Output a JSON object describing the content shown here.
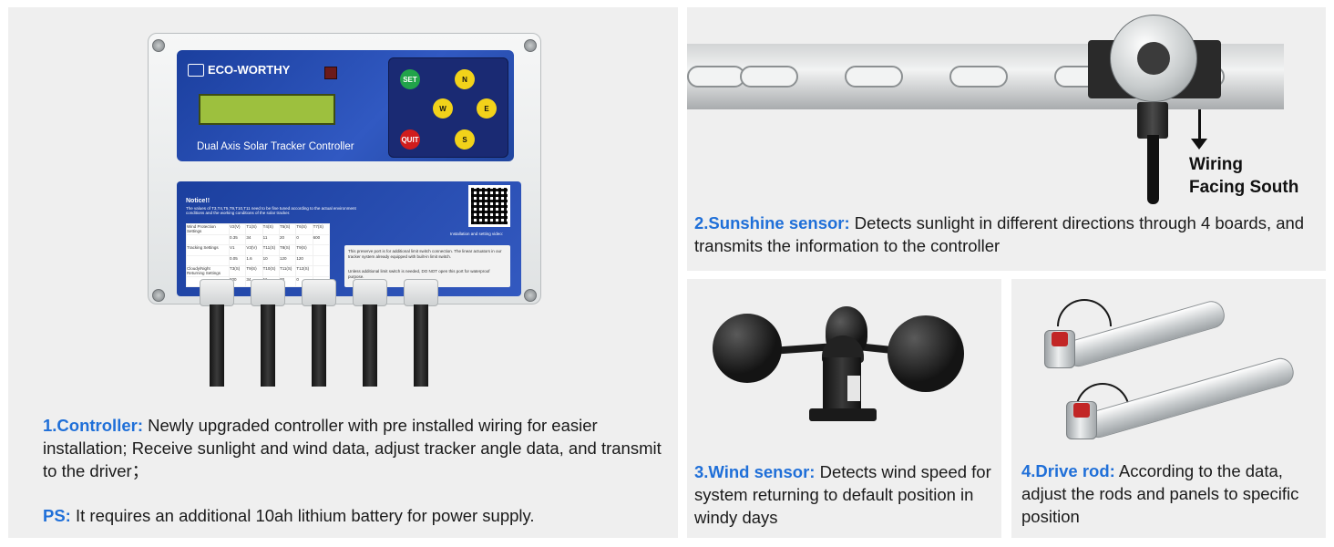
{
  "controller": {
    "brand": "ECO-WORTHY",
    "model": "Dual Axis Solar Tracker Controller",
    "keys": {
      "set": "SET",
      "quit": "QUIT",
      "north": "N",
      "south": "S",
      "east": "E",
      "west": "W"
    },
    "notice_title": "Notice!!",
    "notice_text": "The values of T3,T4,T5,T9,T10,T11 need to be fine tuned according to the actual environment conditions and the working conditions of the solar tracker.",
    "qr_caption": "Installation and setting video:",
    "table": {
      "rows": [
        [
          "Wind Protection Settings",
          "V2(V)",
          "T1(S)",
          "T4(S)",
          "T5(S)",
          "T6(S)",
          "T7(S)"
        ],
        [
          "",
          "0.35",
          "34",
          "11",
          "20",
          "0",
          "600"
        ],
        [
          "Tracking Settings",
          "V1",
          "V3(V)",
          "T11(S)",
          "T8(S)",
          "T9(S)",
          ""
        ],
        [
          "",
          "0.05",
          "1.6",
          "10",
          "120",
          "120",
          ""
        ],
        [
          "Cloudy/Night Returning Settings",
          "T3(S)",
          "T9(S)",
          "T10(S)",
          "T11(S)",
          "T12(S)",
          ""
        ],
        [
          "",
          "600",
          "34",
          "11",
          "20",
          "0",
          ""
        ]
      ]
    },
    "port_note": "This preserve port is for additional limit switch connection. The linear actuators in our tracker system already equipped with built-in limit switch.",
    "port_note_2": "Unless additional limit switch is needed, DO NOT open this port for waterproof purpose."
  },
  "sections": {
    "controller": {
      "heading": "1.Controller:",
      "text": " Newly upgraded controller with pre installed wiring for easier installation; Receive sunlight and wind data, adjust tracker angle data, and transmit to the driver；"
    },
    "ps": {
      "heading": "PS:",
      "text": " It requires an additional 10ah lithium battery for power supply."
    },
    "sunshine": {
      "heading": "2.Sunshine sensor:",
      "text": " Detects sunlight in different directions through 4 boards, and transmits the information to the controller",
      "wiring_line1": "Wiring",
      "wiring_line2": "Facing South"
    },
    "wind": {
      "heading": "3.Wind sensor:",
      "text": " Detects wind speed for system returning to default position in windy days"
    },
    "drive": {
      "heading": "4.Drive rod:",
      "text": " According to the data, adjust the rods and panels to specific position"
    }
  },
  "colors": {
    "heading": "#1f6fd8",
    "panel_bg": "#efefef",
    "controller_blue": "#2a4fb5"
  }
}
